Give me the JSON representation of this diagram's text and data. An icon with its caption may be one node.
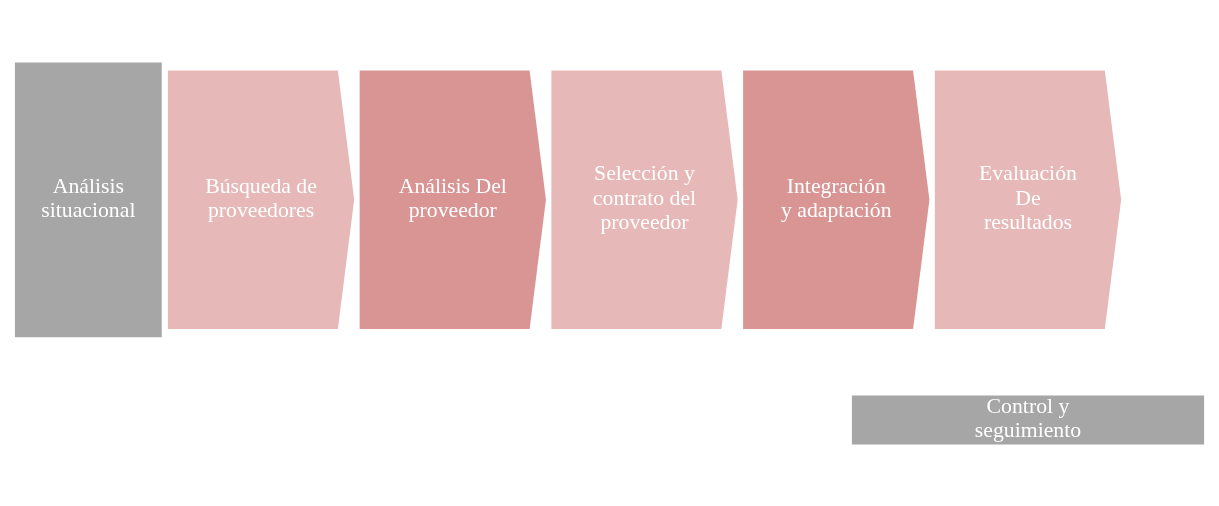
{
  "diagram": {
    "nodes": [
      {
        "text": [
          "Análisis situacional"
        ]
      },
      {
        "text": [
          "Búsqueda de proveedores"
        ]
      },
      {
        "text": [
          "Análisis Del proveedor"
        ]
      },
      {
        "text": [
          "Selección y contrato del proveedor"
        ]
      },
      {
        "text": [
          "Integración y adaptación"
        ]
      },
      {
        "text": [
          "Evaluación De resultados"
        ]
      },
      {
        "text": [
          "Control y seguimiento"
        ]
      }
    ]
  }
}
